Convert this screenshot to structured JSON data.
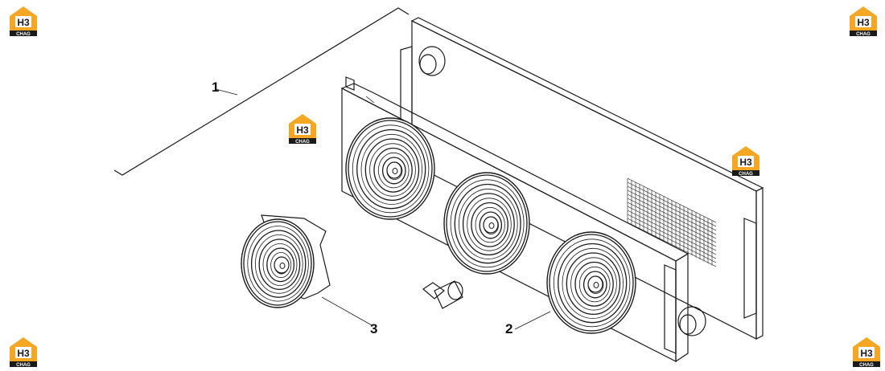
{
  "callouts": [
    {
      "id": "1",
      "label": "1"
    },
    {
      "id": "2",
      "label": "2"
    },
    {
      "id": "3",
      "label": "3"
    }
  ],
  "brand": {
    "name": "H3 CHAG",
    "colors": {
      "accent": "#f5a623",
      "dark": "#1a1a1a"
    }
  },
  "icons": [
    "brand-logo-icon"
  ]
}
